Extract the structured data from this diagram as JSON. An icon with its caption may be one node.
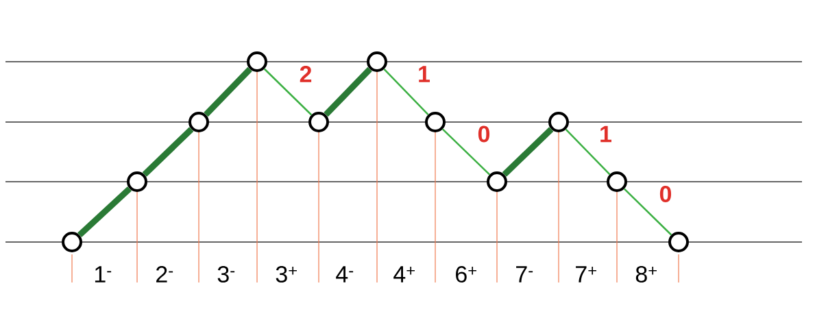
{
  "diagram": {
    "nodes": [
      {
        "text": [],
        "shape": "circle"
      },
      {
        "text": [],
        "shape": "circle"
      },
      {
        "text": [],
        "shape": "circle"
      },
      {
        "text": [],
        "shape": "circle"
      },
      {
        "text": [],
        "shape": "circle"
      },
      {
        "text": [],
        "shape": "circle"
      },
      {
        "text": [],
        "shape": "circle"
      },
      {
        "text": [],
        "shape": "circle"
      },
      {
        "text": [],
        "shape": "circle"
      },
      {
        "text": [],
        "shape": "circle"
      },
      {
        "text": [],
        "shape": "circle"
      }
    ],
    "edges": [
      {
        "from": 0,
        "to": 1,
        "arrow": "none",
        "style": "thick"
      },
      {
        "from": 1,
        "to": 2,
        "arrow": "none",
        "style": "thick"
      },
      {
        "from": 2,
        "to": 3,
        "arrow": "none",
        "style": "thick"
      },
      {
        "from": 3,
        "to": 4,
        "arrow": "none",
        "label": "2"
      },
      {
        "from": 4,
        "to": 5,
        "arrow": "none",
        "style": "thick"
      },
      {
        "from": 5,
        "to": 6,
        "arrow": "none",
        "label": "1"
      },
      {
        "from": 6,
        "to": 7,
        "arrow": "none",
        "label": "0"
      },
      {
        "from": 7,
        "to": 8,
        "arrow": "none",
        "style": "thick"
      },
      {
        "from": 8,
        "to": 9,
        "arrow": "none",
        "label": "1"
      },
      {
        "from": 9,
        "to": 10,
        "arrow": "none",
        "label": "0"
      }
    ],
    "labels": [
      "1$^{-}$",
      "2$^{-}$",
      "3$^{-}$",
      "3$^{+}$",
      "4$^{-}$",
      "4$^{+}$",
      "6$^{+}$",
      "7$^{-}$",
      "7$^{+}$",
      "8$^{+}$"
    ]
  }
}
